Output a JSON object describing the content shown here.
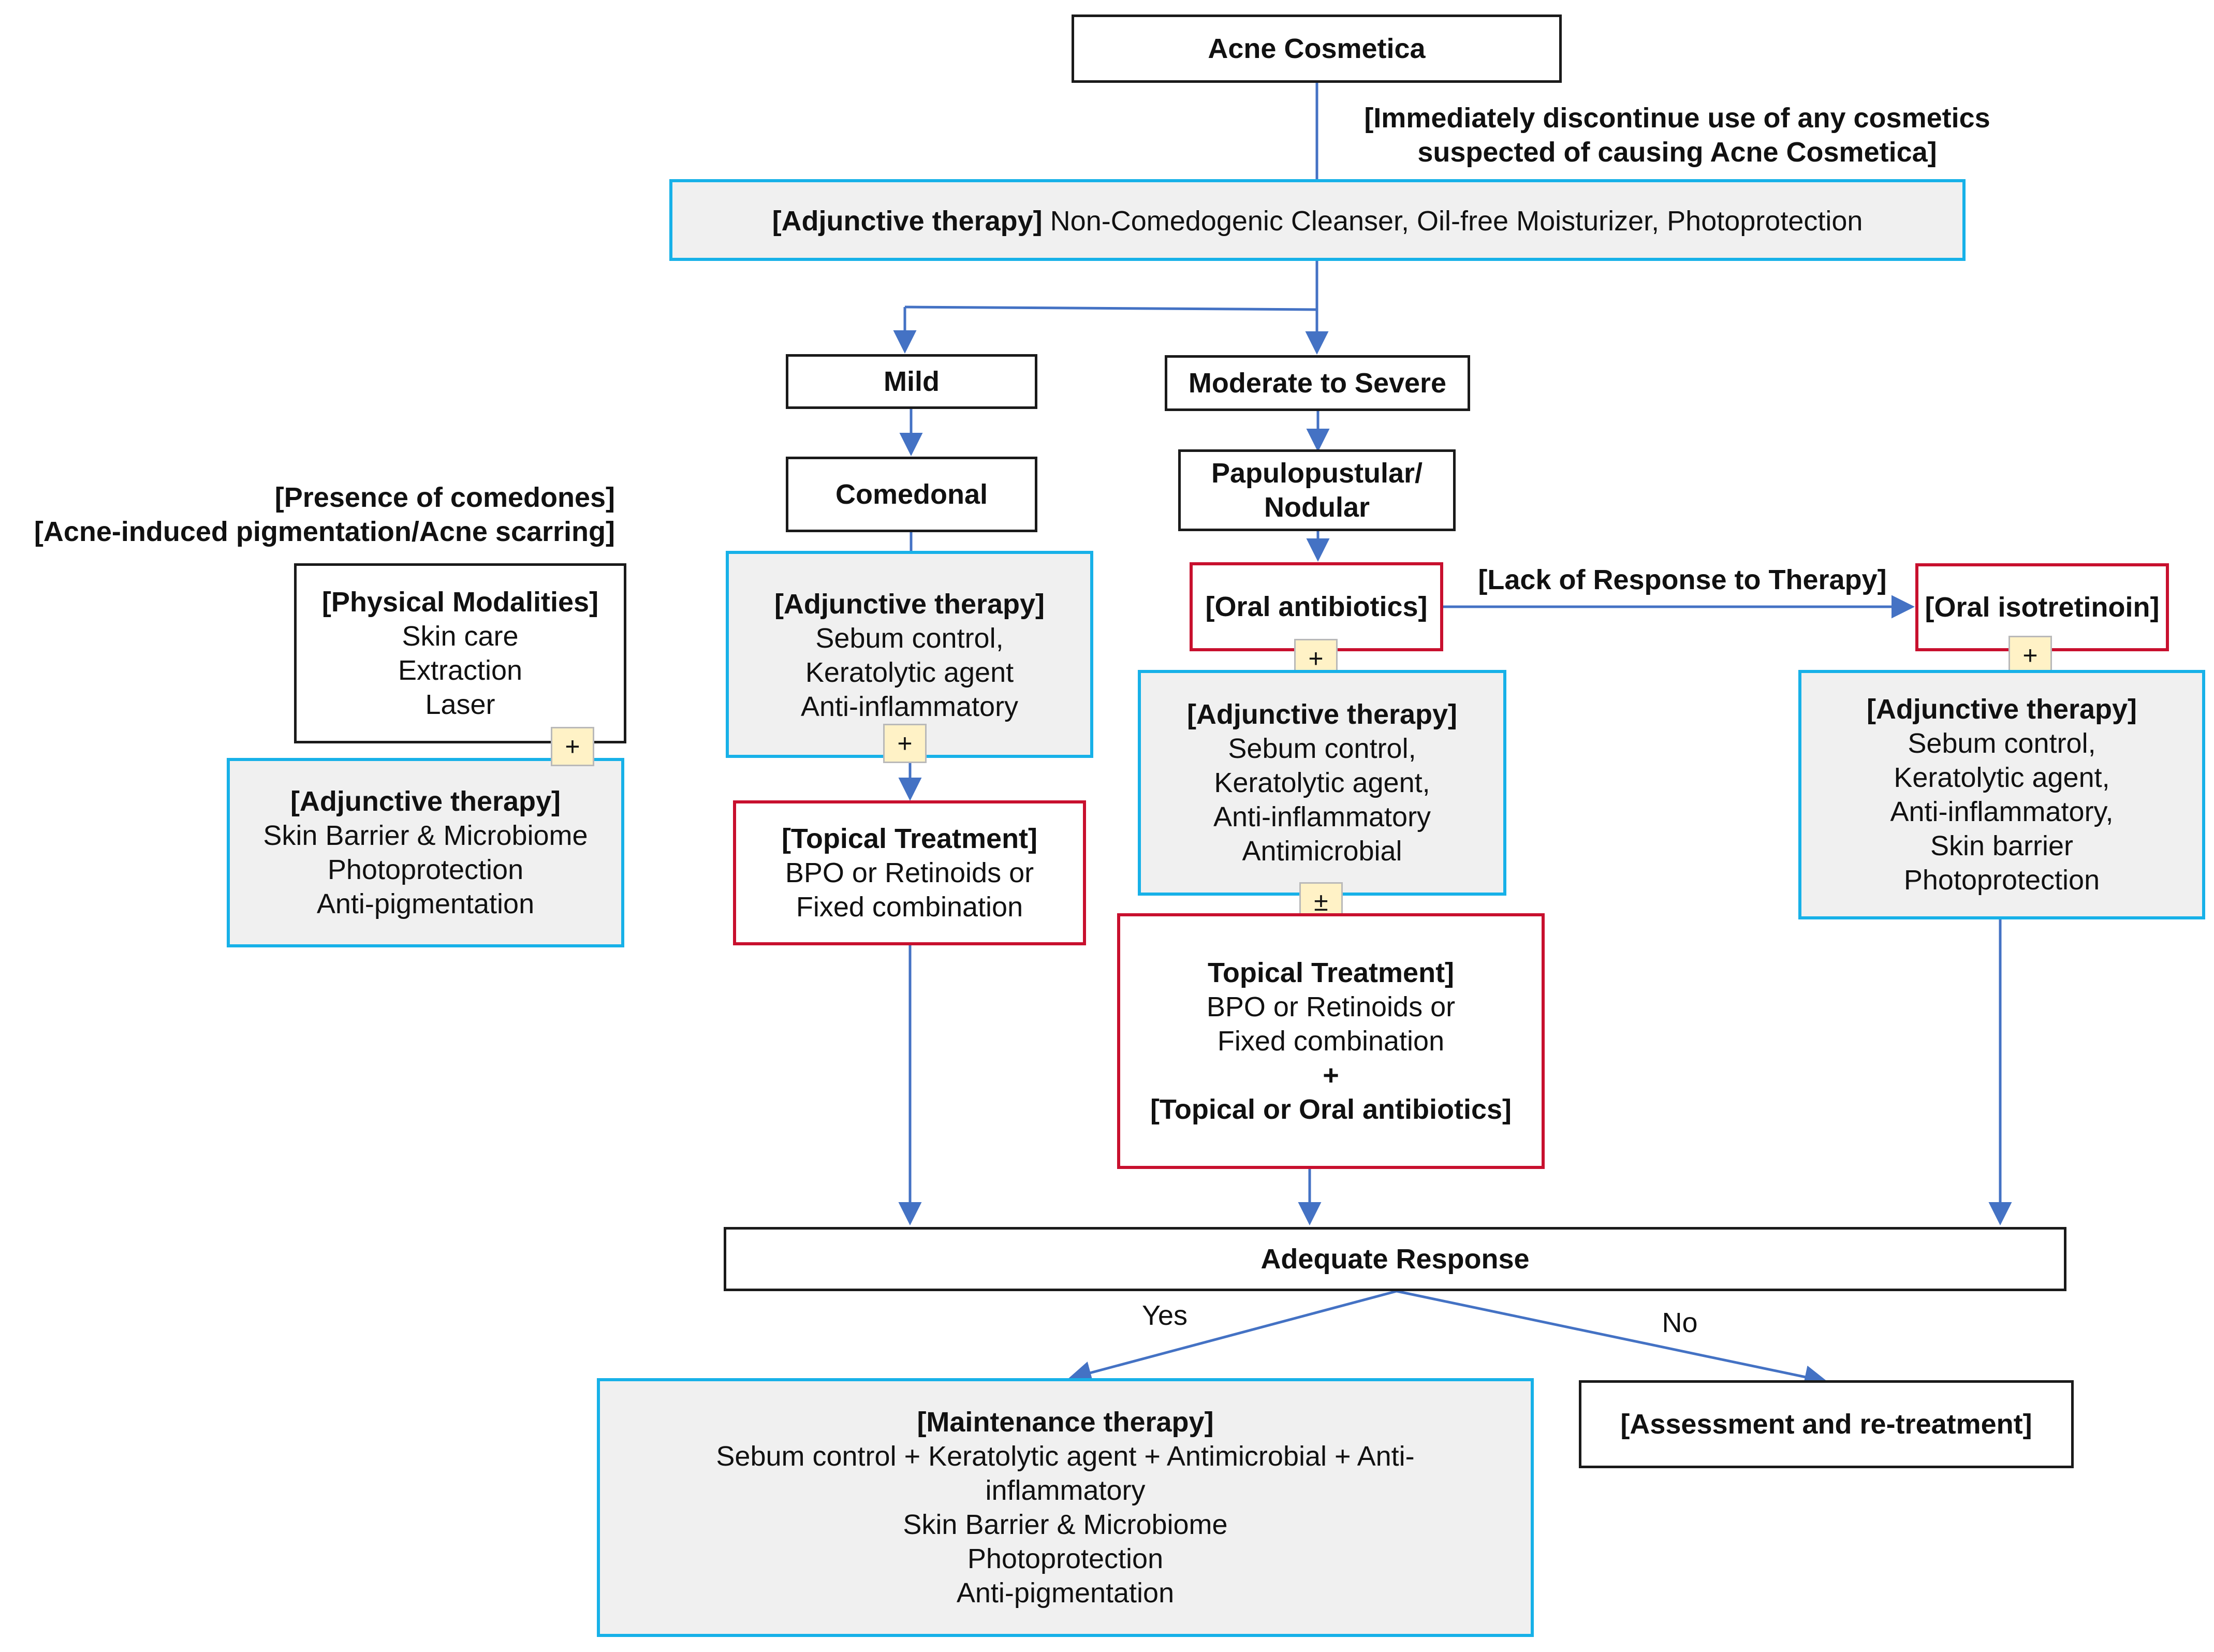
{
  "top": {
    "title": "Acne Cosmetica",
    "discontinue_line1": "[Immediately discontinue use of any cosmetics",
    "discontinue_line2": "suspected of causing Acne Cosmetica]"
  },
  "adjunctive_top": {
    "tag": "[Adjunctive therapy]",
    "text": "Non-Comedogenic Cleanser, Oil-free Moisturizer, Photoprotection"
  },
  "severity": {
    "mild": "Mild",
    "moderate_severe": "Moderate to Severe"
  },
  "mild_branch": {
    "type": "Comedonal",
    "adjunctive": {
      "title": "[Adjunctive therapy]",
      "lines": [
        "Sebum control,",
        "Keratolytic agent",
        "Anti-inflammatory"
      ]
    },
    "topical": {
      "title": "[Topical Treatment]",
      "lines": [
        "BPO or Retinoids or",
        "Fixed combination"
      ]
    }
  },
  "left_branch": {
    "condition_line1": "[Presence of comedones]",
    "condition_line2": "[Acne-induced pigmentation/Acne scarring]",
    "physical": {
      "title": "[Physical Modalities]",
      "lines": [
        "Skin care",
        "Extraction",
        "Laser"
      ]
    },
    "adjunctive": {
      "title": "[Adjunctive therapy]",
      "lines": [
        "Skin Barrier & Microbiome",
        "Photoprotection",
        "Anti-pigmentation"
      ]
    }
  },
  "moderate_branch": {
    "type_line1": "Papulopustular/",
    "type_line2": "Nodular",
    "oral_antibiotics": "[Oral antibiotics]",
    "lack_of_response": "[Lack of Response to Therapy]",
    "adjunctive": {
      "title": "[Adjunctive therapy]",
      "lines": [
        "Sebum control,",
        "Keratolytic agent,",
        "Anti-inflammatory",
        "Antimicrobial"
      ]
    },
    "topical": {
      "title": "Topical Treatment]",
      "line1": "BPO or Retinoids or",
      "line2": "Fixed combination",
      "plus": "+",
      "line3": "[Topical or Oral antibiotics]"
    }
  },
  "isotretinoin_branch": {
    "title": "[Oral isotretinoin]",
    "adjunctive": {
      "title": "[Adjunctive therapy]",
      "lines": [
        "Sebum control,",
        "Keratolytic agent,",
        "Anti-inflammatory,",
        "Skin barrier",
        "Photoprotection"
      ]
    }
  },
  "connectors": {
    "plus": "+",
    "plus_minus": "±"
  },
  "response": {
    "title": "Adequate Response",
    "yes": "Yes",
    "no": "No"
  },
  "maintenance": {
    "title": "[Maintenance therapy]",
    "lines": [
      "Sebum control + Keratolytic agent + Antimicrobial + Anti-",
      "inflammatory",
      "Skin Barrier & Microbiome",
      "Photoprotection",
      "Anti-pigmentation"
    ]
  },
  "reassessment": "[Assessment and re-treatment]",
  "colors": {
    "blue_border": "#17b1e8",
    "red_border": "#c8102e",
    "arrow": "#4472c4",
    "box_fill": "#f0f0f0",
    "plus_fill": "#fff2c6"
  }
}
